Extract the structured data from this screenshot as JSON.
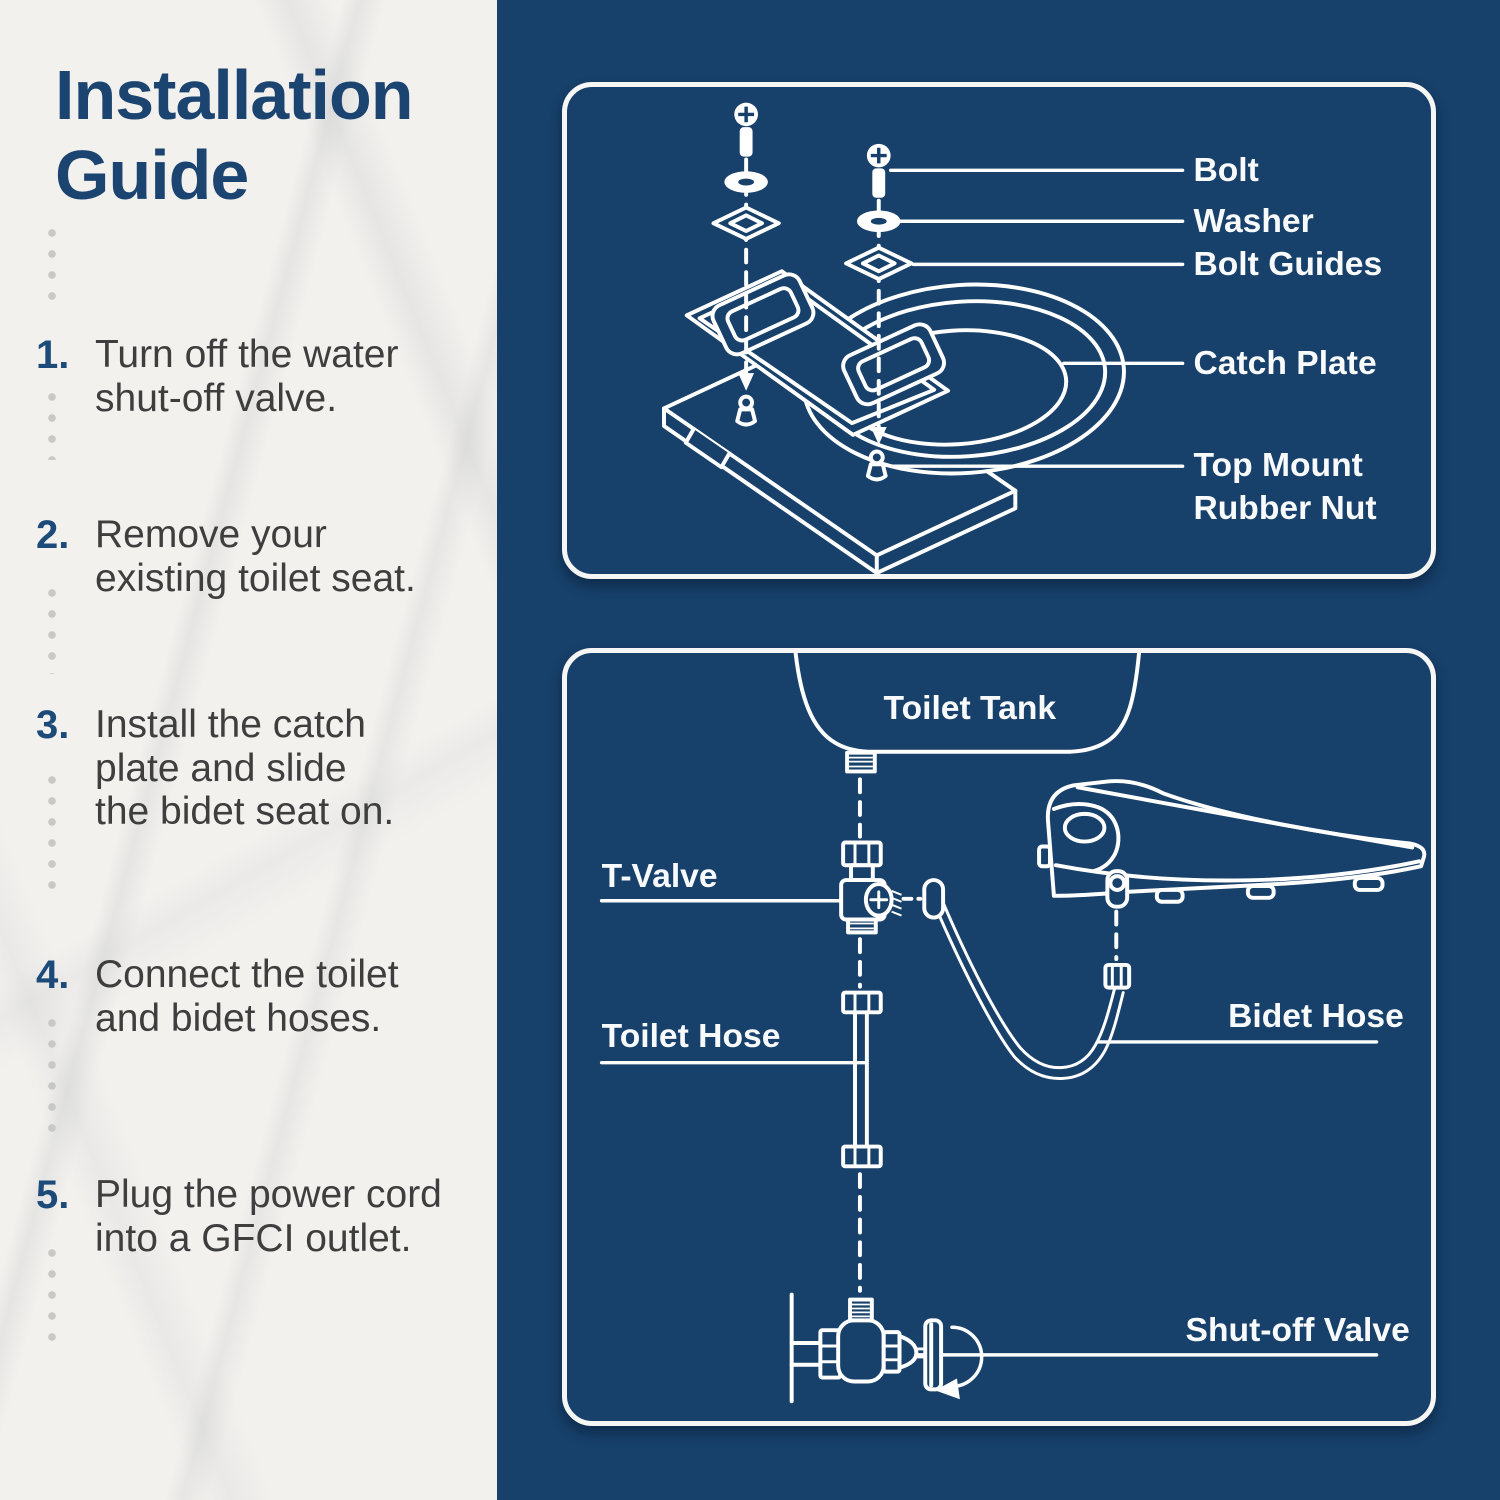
{
  "colors": {
    "navy_bg": "#17406a",
    "panel_border": "#f6f6f4",
    "line_white": "#ffffff",
    "title_navy": "#1b4470",
    "step_number_navy": "#1c4a79",
    "body_text": "#3e3e3e",
    "dot_gray": "#c8c8c6",
    "marble_bg": "#f2f1ee"
  },
  "sidebar": {
    "title_line1": "Installation",
    "title_line2": "Guide",
    "steps": [
      {
        "num": "1.",
        "lines": [
          "Turn off the water",
          "shut-off valve."
        ]
      },
      {
        "num": "2.",
        "lines": [
          "Remove your",
          "existing toilet seat."
        ]
      },
      {
        "num": "3.",
        "lines": [
          "Install the catch",
          "plate and slide",
          "the bidet seat on."
        ]
      },
      {
        "num": "4.",
        "lines": [
          "Connect the toilet",
          "and bidet hoses."
        ]
      },
      {
        "num": "5.",
        "lines": [
          "Plug the power cord",
          "into a GFCI outlet."
        ]
      }
    ]
  },
  "top_diagram": {
    "labels": {
      "bolt": "Bolt",
      "washer": "Washer",
      "bolt_guides": "Bolt Guides",
      "catch_plate": "Catch Plate",
      "top_mount_line1": "Top Mount",
      "top_mount_line2": "Rubber Nut"
    }
  },
  "bottom_diagram": {
    "labels": {
      "toilet_tank": "Toilet Tank",
      "t_valve": "T-Valve",
      "toilet_hose": "Toilet Hose",
      "bidet_hose": "Bidet Hose",
      "shut_off_valve": "Shut-off Valve"
    }
  }
}
